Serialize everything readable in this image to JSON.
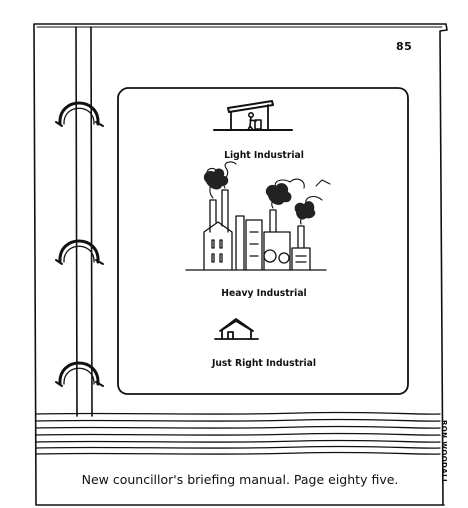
{
  "page_number": "85",
  "panels": [
    {
      "id": "light",
      "label": "Light Industrial"
    },
    {
      "id": "heavy",
      "label": "Heavy Industrial"
    },
    {
      "id": "just-right",
      "label": "Just Right Industrial"
    }
  ],
  "caption": "New councillor's briefing manual. Page eighty five.",
  "signature": "RON WOODALL"
}
